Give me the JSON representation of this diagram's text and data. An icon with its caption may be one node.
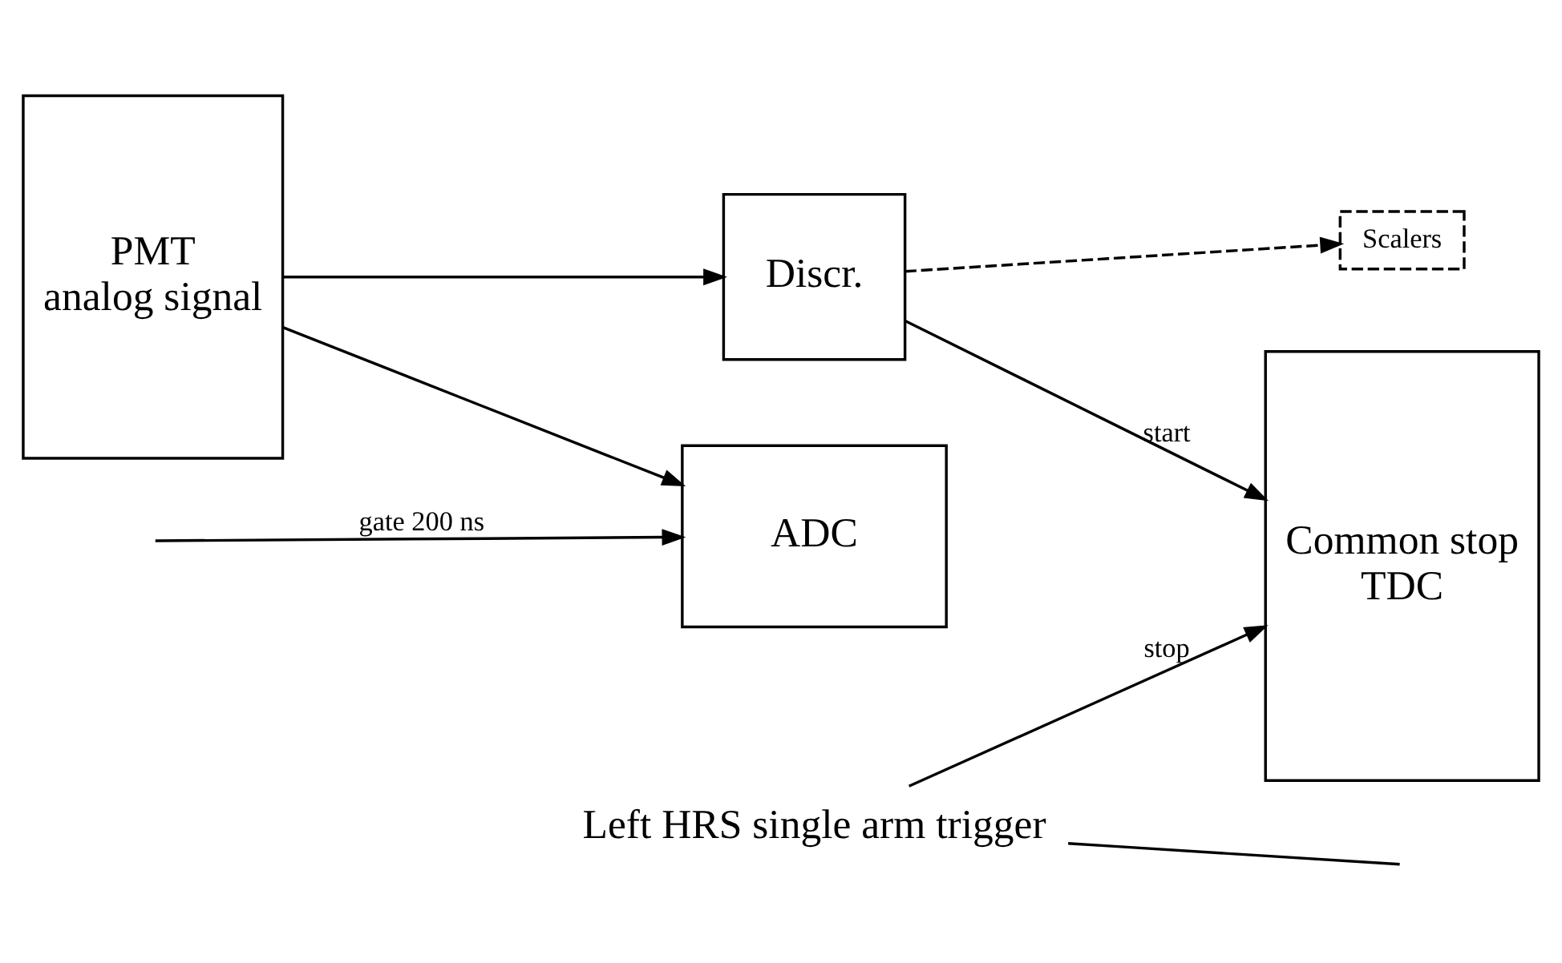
{
  "diagram": {
    "nodes": [
      {
        "text": [
          "PMT",
          "analog signal"
        ]
      },
      {
        "text": [
          "ADC"
        ]
      },
      {
        "text": [
          "Discr."
        ]
      },
      {
        "text": [
          "Common stop",
          "TDC"
        ]
      },
      {
        "text": [
          "Scalers"
        ]
      },
      {
        "text": [
          "Left HRS single arm trigger"
        ]
      }
    ],
    "edges": [
      {
        "from": null,
        "to": 1,
        "arrow": "to",
        "label": "gate 200 ns"
      },
      {
        "from": 0,
        "to": 1,
        "arrow": "to"
      },
      {
        "from": 0,
        "to": 2,
        "arrow": "to"
      },
      {
        "from": 2,
        "to": 3,
        "arrow": "to",
        "label": "start"
      },
      {
        "from": 2,
        "to": 4,
        "arrow": "to",
        "style": "dashed"
      },
      {
        "from": 5,
        "to": 3,
        "arrow": "to",
        "label": "stop"
      },
      {
        "from": 5,
        "to": null,
        "arrow": "none"
      }
    ]
  }
}
